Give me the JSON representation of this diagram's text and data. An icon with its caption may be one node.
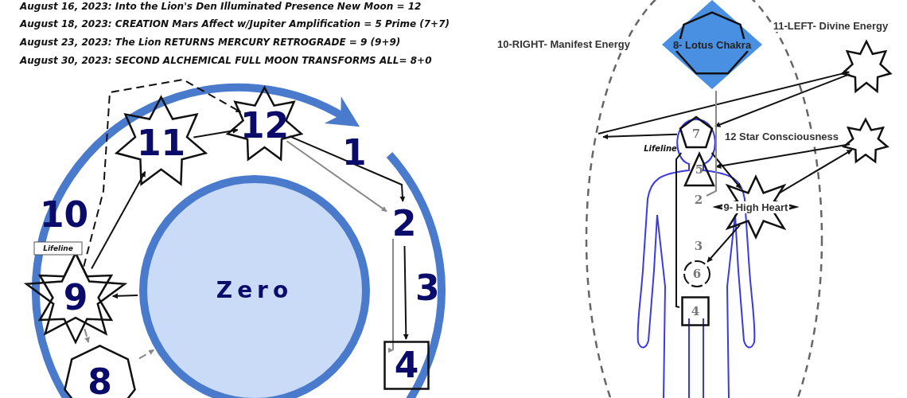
{
  "diagram": {
    "nodes": [
      {
        "text": [
          "Zero"
        ]
      },
      {
        "text": [
          "12"
        ]
      },
      {
        "text": [
          "11"
        ]
      },
      {
        "text": [
          "9"
        ]
      },
      {
        "text": [
          "Lifeline"
        ]
      },
      {
        "text": [
          "8"
        ]
      },
      {
        "text": [
          "4"
        ]
      },
      {
        "text": [
          "2"
        ]
      },
      {
        "text": [
          "10-RIGHT- Manifest Energy"
        ]
      },
      {
        "text": [
          "8- Lotus Chakra"
        ]
      },
      {
        "text": [
          "11-LEFT- Divine Energy"
        ]
      },
      {
        "text": [],
        "shape": "star"
      },
      {
        "text": [
          "12 Star Consciousness"
        ]
      },
      {
        "text": [],
        "shape": "star"
      },
      {
        "text": [
          "7"
        ]
      },
      {
        "text": [
          "Lifeline"
        ]
      },
      {
        "text": [
          "5"
        ]
      },
      {
        "text": [
          "9- High Heart"
        ]
      },
      {
        "text": [
          "2"
        ]
      },
      {
        "text": [
          "3"
        ]
      },
      {
        "text": [
          "6"
        ]
      },
      {
        "text": [
          "4"
        ]
      }
    ],
    "edges": [
      {
        "from": 1,
        "to": 7,
        "arrow": "to"
      },
      {
        "from": 1,
        "to": 7,
        "arrow": "to",
        "color": "#888888"
      },
      {
        "from": 7,
        "to": 6,
        "arrow": "to"
      },
      {
        "from": 7,
        "to": 6,
        "arrow": "to",
        "color": "#888888"
      },
      {
        "from": 0,
        "to": 3,
        "arrow": "to"
      },
      {
        "from": 3,
        "to": 2,
        "arrow": "to"
      },
      {
        "from": 3,
        "to": 1,
        "arrow": "to",
        "style": "dashed"
      },
      {
        "from": 3,
        "to": 5,
        "arrow": "to",
        "style": "dashed",
        "color": "#888888"
      },
      {
        "from": 5,
        "to": 0,
        "arrow": "to",
        "style": "dashed",
        "color": "#888888"
      },
      {
        "from": 2,
        "to": 1,
        "arrow": "to"
      },
      {
        "from": null,
        "to": 11,
        "arrow": "to"
      },
      {
        "from": 11,
        "to": 14,
        "arrow": "to"
      },
      {
        "from": 14,
        "to": null,
        "arrow": "to"
      },
      {
        "from": 13,
        "to": 16,
        "arrow": "to"
      },
      {
        "from": 17,
        "to": 13,
        "arrow": "to"
      },
      {
        "from": 14,
        "to": 17,
        "arrow": "to"
      },
      {
        "from": 17,
        "to": 20,
        "arrow": "to"
      },
      {
        "from": 14,
        "to": 21,
        "arrow": "none"
      },
      {
        "from": 9,
        "to": 18,
        "arrow": "none",
        "color": "#888888"
      }
    ],
    "labels": [
      "August 16, 2023: Into the Lion's Den Illuminated Presence New Moon = 12",
      "August 18, 2023: CREATION Mars Affect w/Jupiter Amplification = 5 Prime (7+7)",
      "August 23, 2023: The Lion RETURNS MERCURY RETROGRADE = 9 (9+9)",
      "August 30, 2023: SECOND ALCHEMICAL FULL MOON TRANSFORMS ALL= 8+0",
      "1",
      "10",
      "3"
    ]
  }
}
